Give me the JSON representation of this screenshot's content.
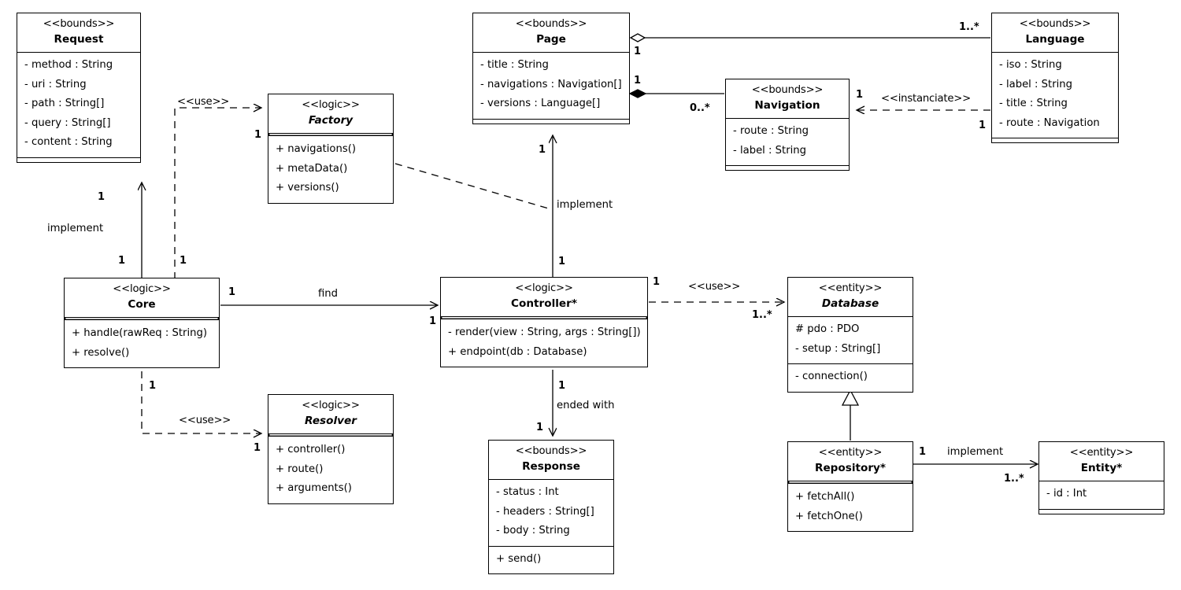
{
  "diagram": {
    "kind": "uml-class-diagram",
    "stroke_color": "#000000",
    "background_color": "#ffffff"
  },
  "classes": [
    {
      "id": "request",
      "stereotype": "<<bounds>>",
      "name": "Request",
      "abstract": false,
      "compartments": [
        [
          "- method : String",
          "- uri : String",
          "- path : String[]",
          "- query : String[]",
          "- content : String"
        ]
      ],
      "has_footer": true
    },
    {
      "id": "factory",
      "stereotype": "<<logic>>",
      "name": "Factory",
      "abstract": true,
      "compartments": [
        [
          "+ navigations()",
          "+ metaData()",
          "+ versions()"
        ]
      ],
      "has_footer": false
    },
    {
      "id": "page",
      "stereotype": "<<bounds>>",
      "name": "Page",
      "abstract": false,
      "compartments": [
        [
          "- title : String",
          "- navigations : Navigation[]",
          "- versions : Language[]"
        ]
      ],
      "has_footer": true
    },
    {
      "id": "navigation",
      "stereotype": "<<bounds>>",
      "name": "Navigation",
      "abstract": false,
      "compartments": [
        [
          "- route : String",
          "- label : String"
        ]
      ],
      "has_footer": true
    },
    {
      "id": "language",
      "stereotype": "<<bounds>>",
      "name": "Language",
      "abstract": false,
      "compartments": [
        [
          "- iso : String",
          "- label : String",
          "- title : String",
          "- route : Navigation"
        ]
      ],
      "has_footer": true
    },
    {
      "id": "core",
      "stereotype": "<<logic>>",
      "name": "Core",
      "abstract": false,
      "compartments": [
        [
          "+ handle(rawReq : String)",
          "+ resolve()"
        ]
      ],
      "has_footer": false
    },
    {
      "id": "controller",
      "stereotype": "<<logic>>",
      "name": "Controller*",
      "abstract": false,
      "compartments": [
        [
          "- render(view : String, args : String[])",
          "+ endpoint(db : Database)"
        ]
      ],
      "has_footer": false
    },
    {
      "id": "database",
      "stereotype": "<<entity>>",
      "name": "Database",
      "abstract": true,
      "compartments": [
        [
          "# pdo : PDO",
          "- setup : String[]"
        ],
        [
          "- connection()"
        ]
      ],
      "has_footer": false
    },
    {
      "id": "resolver",
      "stereotype": "<<logic>>",
      "name": "Resolver",
      "abstract": true,
      "compartments": [
        [
          "+ controller()",
          "+ route()",
          "+ arguments()"
        ]
      ],
      "has_footer": false
    },
    {
      "id": "response",
      "stereotype": "<<bounds>>",
      "name": "Response",
      "abstract": false,
      "compartments": [
        [
          "- status : Int",
          "- headers : String[]",
          "- body : String"
        ],
        [
          "+ send()"
        ]
      ],
      "has_footer": false
    },
    {
      "id": "repository",
      "stereotype": "<<entity>>",
      "name": "Repository*",
      "abstract": false,
      "compartments": [
        [
          "+ fetchAll()",
          "+ fetchOne()"
        ]
      ],
      "has_footer": false
    },
    {
      "id": "entity",
      "stereotype": "<<entity>>",
      "name": "Entity*",
      "abstract": false,
      "compartments": [
        [
          "- id : Int"
        ]
      ],
      "has_footer": true
    }
  ],
  "edge_labels": {
    "request_core_implement": "implement",
    "request_core_mult": "1",
    "request_core_mult_src": "1",
    "core_factory_use": "<<use>>",
    "core_factory_mult_core": "1",
    "core_factory_mult_factory": "1",
    "page_language_mult_page": "1",
    "page_language_mult_language": "1..*",
    "page_navigation_mult_page": "1",
    "page_navigation_mult_nav": "0..*",
    "nav_language_stereo": "<<instanciate>>",
    "nav_language_mult_nav": "1",
    "nav_language_mult_lang": "1",
    "core_controller_find": "find",
    "core_controller_mult_core": "1",
    "core_controller_mult_ctrl": "1",
    "page_controller_implement": "implement",
    "page_controller_mult_page": "1",
    "page_controller_mult_ctrl": "1",
    "controller_database_use": "<<use>>",
    "controller_database_mult_ctrl": "1",
    "controller_database_mult_db": "1..*",
    "core_resolver_use": "<<use>>",
    "core_resolver_mult_core": "1",
    "core_resolver_mult_resolver": "1",
    "controller_response_label": "ended with",
    "controller_response_mult_ctrl": "1",
    "controller_response_mult_resp": "1",
    "repository_entity_implement": "implement",
    "repository_entity_mult_repo": "1",
    "repository_entity_mult_entity": "1..*"
  }
}
